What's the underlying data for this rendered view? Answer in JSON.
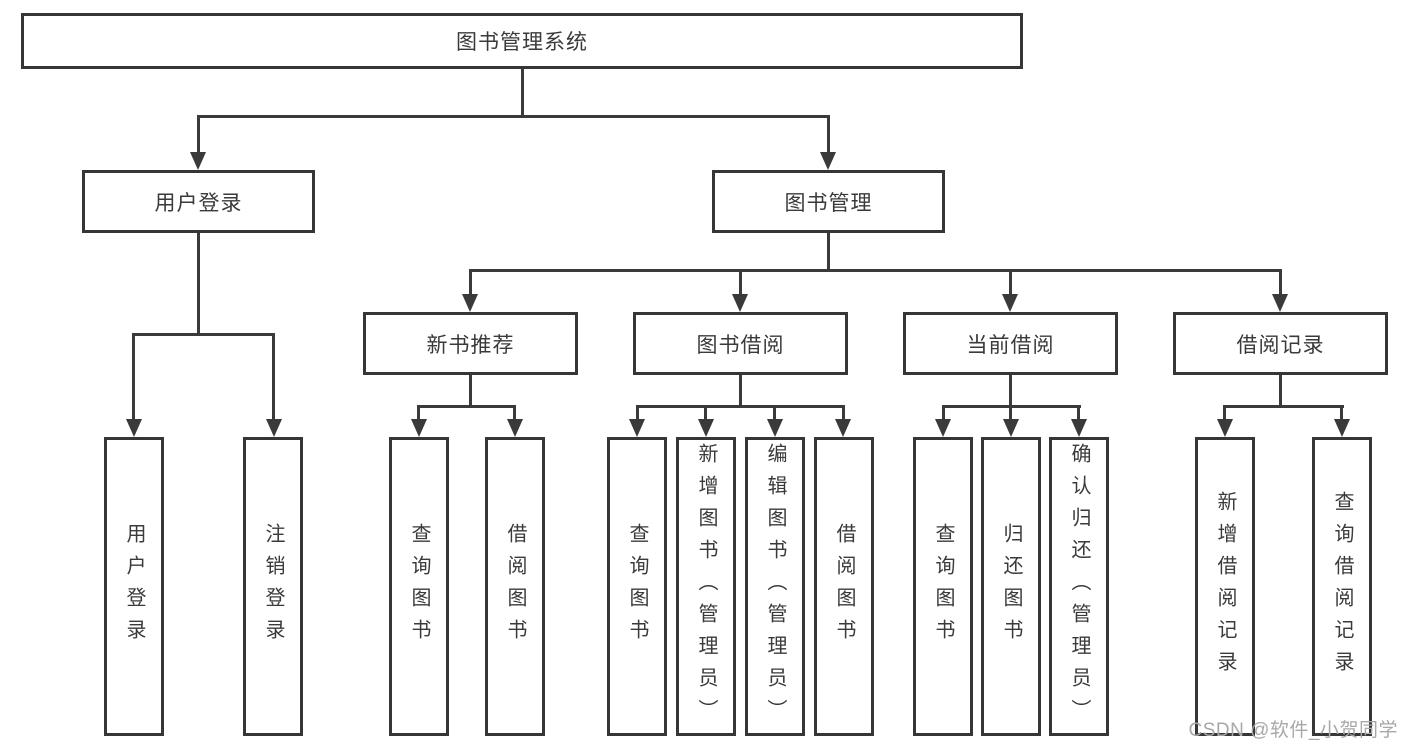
{
  "nodes": {
    "root": "图书管理系统",
    "user_login": "用户登录",
    "book_mgmt": "图书管理",
    "new_book_rec": "新书推荐",
    "book_borrow": "图书借阅",
    "current_borrow": "当前借阅",
    "borrow_records": "借阅记录"
  },
  "leaves": {
    "user_login_leaf": "用户登录",
    "logout": "注销登录",
    "nb_query": "查询图书",
    "nb_borrow": "借阅图书",
    "bb_query": "查询图书",
    "bb_add": "新增图书（管理员）",
    "bb_edit": "编辑图书（管理员）",
    "bb_borrow": "借阅图书",
    "cb_query": "查询图书",
    "cb_return": "归还图书",
    "cb_confirm": "确认归还（管理员）",
    "br_add": "新增借阅记录",
    "br_query": "查询借阅记录"
  },
  "watermark": "CSDN @软件_小贺同学",
  "colors": {
    "line": "#3a3a3a",
    "text": "#3a3a3a",
    "watermark": "#a8a8a8",
    "background": "#ffffff"
  }
}
